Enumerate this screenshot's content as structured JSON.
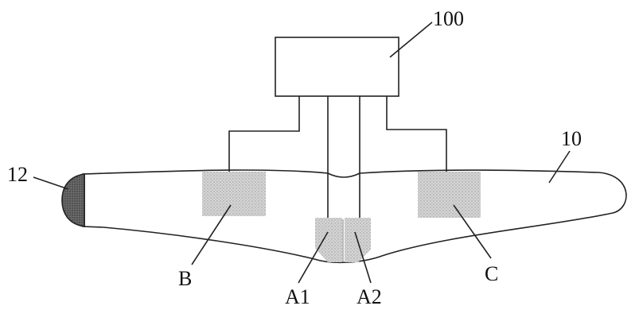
{
  "labels": {
    "controller": "100",
    "body": "10",
    "tip": "12",
    "electrode_b": "B",
    "electrode_c": "C",
    "electrode_a1": "A1",
    "electrode_a2": "A2"
  },
  "colors": {
    "line": "#222222",
    "pad_fill": "#c9c9c9",
    "tip_fill": "#555555",
    "background": "#ffffff"
  }
}
